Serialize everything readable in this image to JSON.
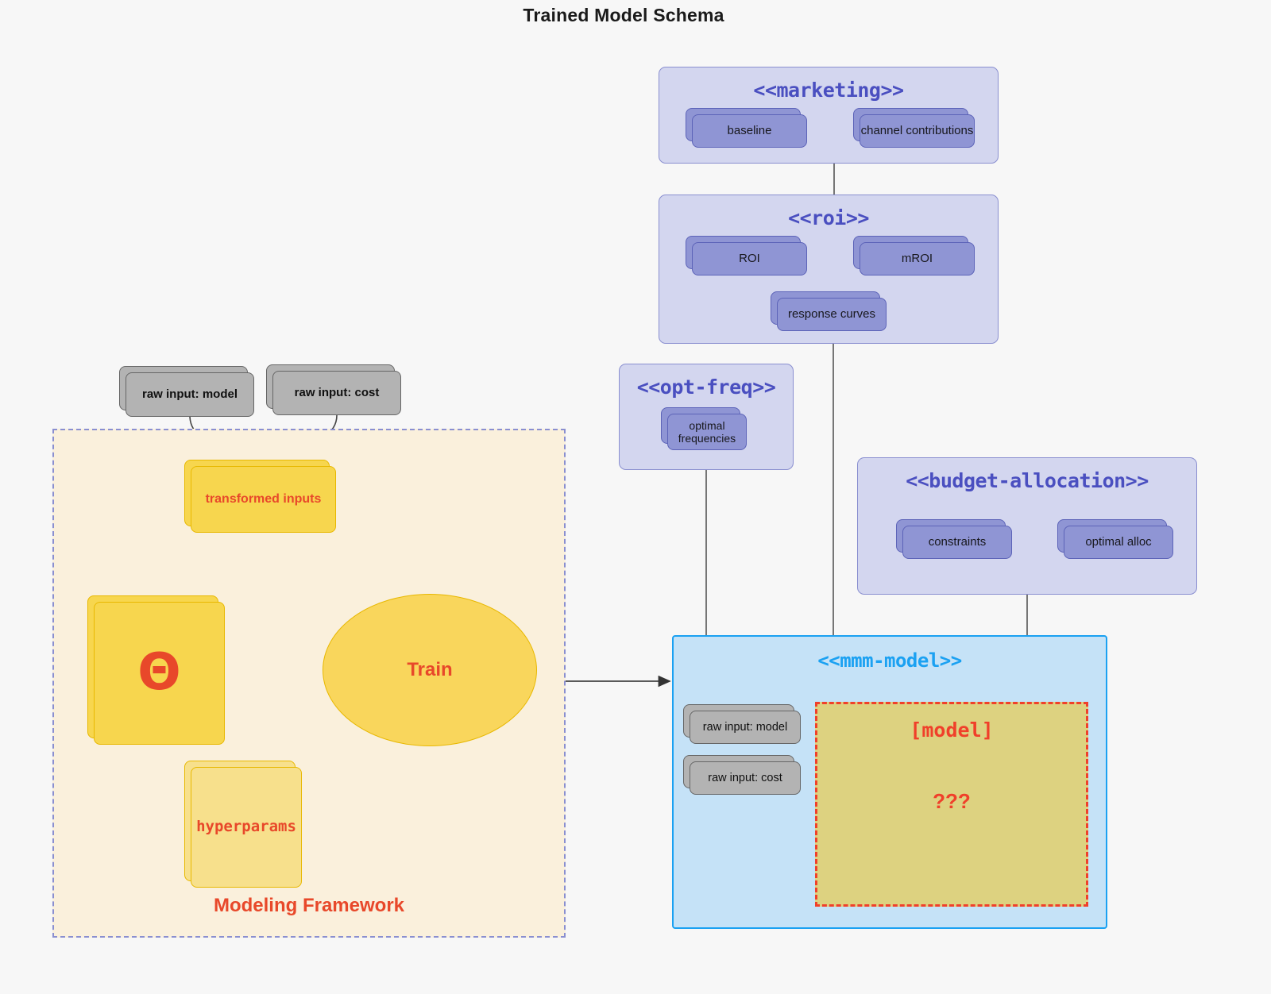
{
  "title": "Trained Model Schema",
  "theme": {
    "background": "#f7f7f7",
    "package_fill": "#d3d6ef",
    "package_stroke": "#8a8fd0",
    "package_title_color": "#4a4fc0",
    "node_purple_fill": "#8f95d4",
    "node_grey_fill": "#b3b3b3",
    "node_yellow_fill": "#f7d64e",
    "node_pale_yellow_fill": "#f7e08c",
    "accent_red": "#e8482a",
    "mmm_fill": "#c5e2f7",
    "mmm_stroke": "#1ba1f2",
    "model_box_fill": "#ddd280",
    "framework_fill": "#faf0dc"
  },
  "packages": {
    "marketing": {
      "title": "<<marketing>>",
      "nodes": [
        {
          "label": "baseline"
        },
        {
          "label": "channel contributions"
        }
      ]
    },
    "roi": {
      "title": "<<roi>>",
      "nodes": [
        {
          "label": "ROI"
        },
        {
          "label": "mROI"
        },
        {
          "label": "response curves"
        }
      ]
    },
    "opt_freq": {
      "title": "<<opt-freq>>",
      "nodes": [
        {
          "label": "optimal frequencies"
        }
      ]
    },
    "budget_allocation": {
      "title": "<<budget-allocation>>",
      "nodes": [
        {
          "label": "constraints"
        },
        {
          "label": "optimal alloc"
        }
      ]
    },
    "mmm_model": {
      "title": "<<mmm-model>>",
      "nodes": [
        {
          "label": "raw input: model"
        },
        {
          "label": "raw input: cost"
        }
      ],
      "model_box": {
        "label": "[model]",
        "unknown": "???"
      }
    }
  },
  "framework": {
    "label": "Modeling Framework",
    "raw_inputs": [
      {
        "label": "raw input: model"
      },
      {
        "label": "raw input: cost"
      }
    ],
    "transformed_inputs": {
      "label": "transformed inputs"
    },
    "theta": {
      "label": "Θ"
    },
    "hyperparams": {
      "label": "hyperparams"
    },
    "train": {
      "label": "Train"
    }
  }
}
